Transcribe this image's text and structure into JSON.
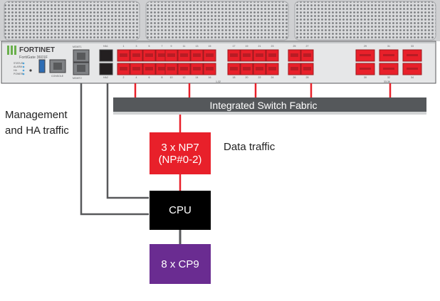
{
  "device": {
    "brand": "FORTINET",
    "model": "FortiGate 3601F",
    "status_labels": [
      "STATUS",
      "ALARM",
      "HA",
      "POWER"
    ],
    "console_label": "CONSOLE",
    "mgmt_label_top": "MGMT1",
    "mgmt_label_bottom": "MGMT2",
    "port_numbers_top": [
      "1",
      "3",
      "5",
      "7",
      "9",
      "11",
      "13",
      "15",
      "17",
      "19",
      "21",
      "23",
      "25",
      "27",
      "29",
      "31",
      "33",
      "35"
    ],
    "port_numbers_bottom": [
      "2",
      "4",
      "6",
      "8",
      "10",
      "12",
      "14",
      "16",
      "18",
      "20",
      "22",
      "24",
      "26",
      "28",
      "30",
      "32",
      "34",
      "36"
    ],
    "group_label_left": "1-32",
    "group_label_right": "33-36"
  },
  "diagram": {
    "switch_fabric": "Integrated Switch Fabric",
    "np7_line1": "3 x NP7",
    "np7_line2": "(NP#0-2)",
    "cpu": "CPU",
    "cp9": "8 x CP9",
    "mgmt_line1": "Management",
    "mgmt_line2": "and HA traffic",
    "data_traffic": "Data traffic"
  },
  "colors": {
    "np7": "#e8202a",
    "cpu": "#000000",
    "cp9": "#6a2c91",
    "fabric": "#55585b",
    "port_red": "#e8202a",
    "chassis": "#e6e7e8"
  }
}
